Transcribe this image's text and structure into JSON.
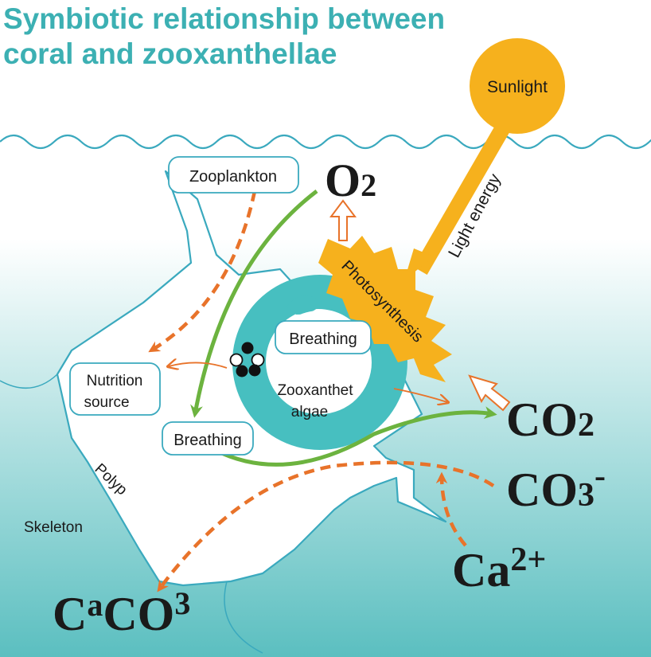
{
  "title": {
    "line1": "Symbiotic relationship between",
    "line2": "coral and zooxanthellae"
  },
  "labels": {
    "sunlight": "Sunlight",
    "light_energy": "Light energy",
    "photosynthesis": "Photosynthesis",
    "zooplankton": "Zooplankton",
    "breathing_algae": "Breathing",
    "breathing_polyp": "Breathing",
    "nutrition_line1": "Nutrition",
    "nutrition_line2": "source",
    "zoox_line1": "Zooxanthet",
    "zoox_line2": "algae",
    "polyp": "Polyp",
    "skeleton": "Skeleton"
  },
  "chemicals": {
    "o2_base": "O",
    "o2_sub": "2",
    "co2_base": "CO",
    "co2_sub": "2",
    "co3_base": "CO",
    "co3_sub": "3",
    "co3_charge": "-",
    "ca_base": "Ca",
    "ca_sup": "2+",
    "caco3_c": "C",
    "caco3_a": "a",
    "caco3_co": "CO",
    "caco3_3": "3"
  },
  "colors": {
    "title": "#3cb0b3",
    "water_top": "#ffffff",
    "water_bottom": "#5bbfc0",
    "algae": "#47bfc0",
    "outline": "#3aa9be",
    "green_arrow": "#6cb33f",
    "orange_arrow": "#e8732a",
    "sun": "#f6b11d",
    "burst": "#f6b11d",
    "text": "#1a1a1a"
  },
  "icons": {
    "wave": "wave-line",
    "sun": "sun-icon",
    "burst": "burst-icon"
  }
}
